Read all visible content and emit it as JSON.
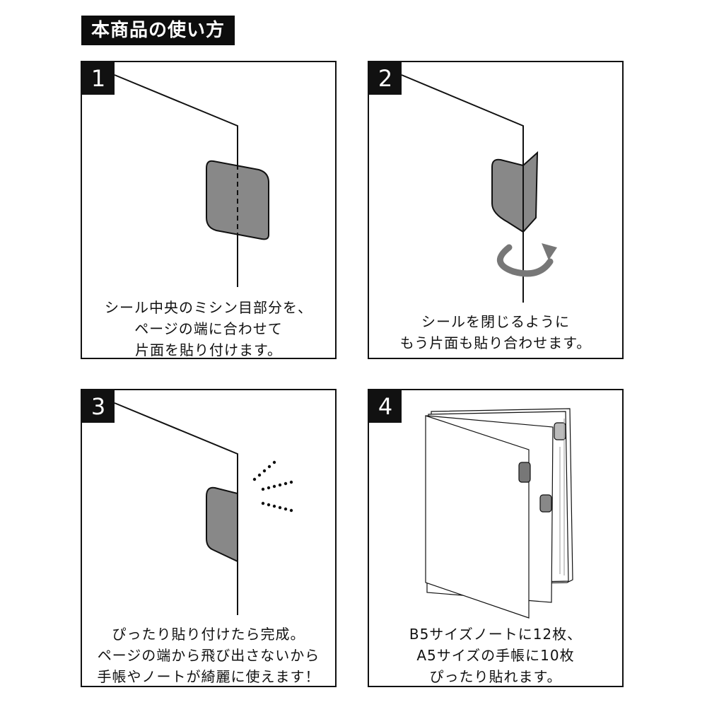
{
  "title": "本商品の使い方",
  "steps": [
    {
      "number": "1",
      "lines": [
        "シール中央のミシン目部分を、",
        "ページの端に合わせて",
        "片面を貼り付けます。"
      ]
    },
    {
      "number": "2",
      "lines": [
        "シールを閉じるように",
        "もう片面も貼り合わせます。"
      ]
    },
    {
      "number": "3",
      "lines": [
        "ぴったり貼り付けたら完成。",
        "ページの端から飛び出さないから",
        "手帳やノートが綺麗に使えます！"
      ]
    },
    {
      "number": "4",
      "lines": [
        "B5サイズノートに12枚、",
        "A5サイズの手帳に10枚",
        "ぴったり貼れます。"
      ]
    }
  ],
  "colors": {
    "sticker": "#888888",
    "stroke": "#111111",
    "arrow": "#777777"
  }
}
